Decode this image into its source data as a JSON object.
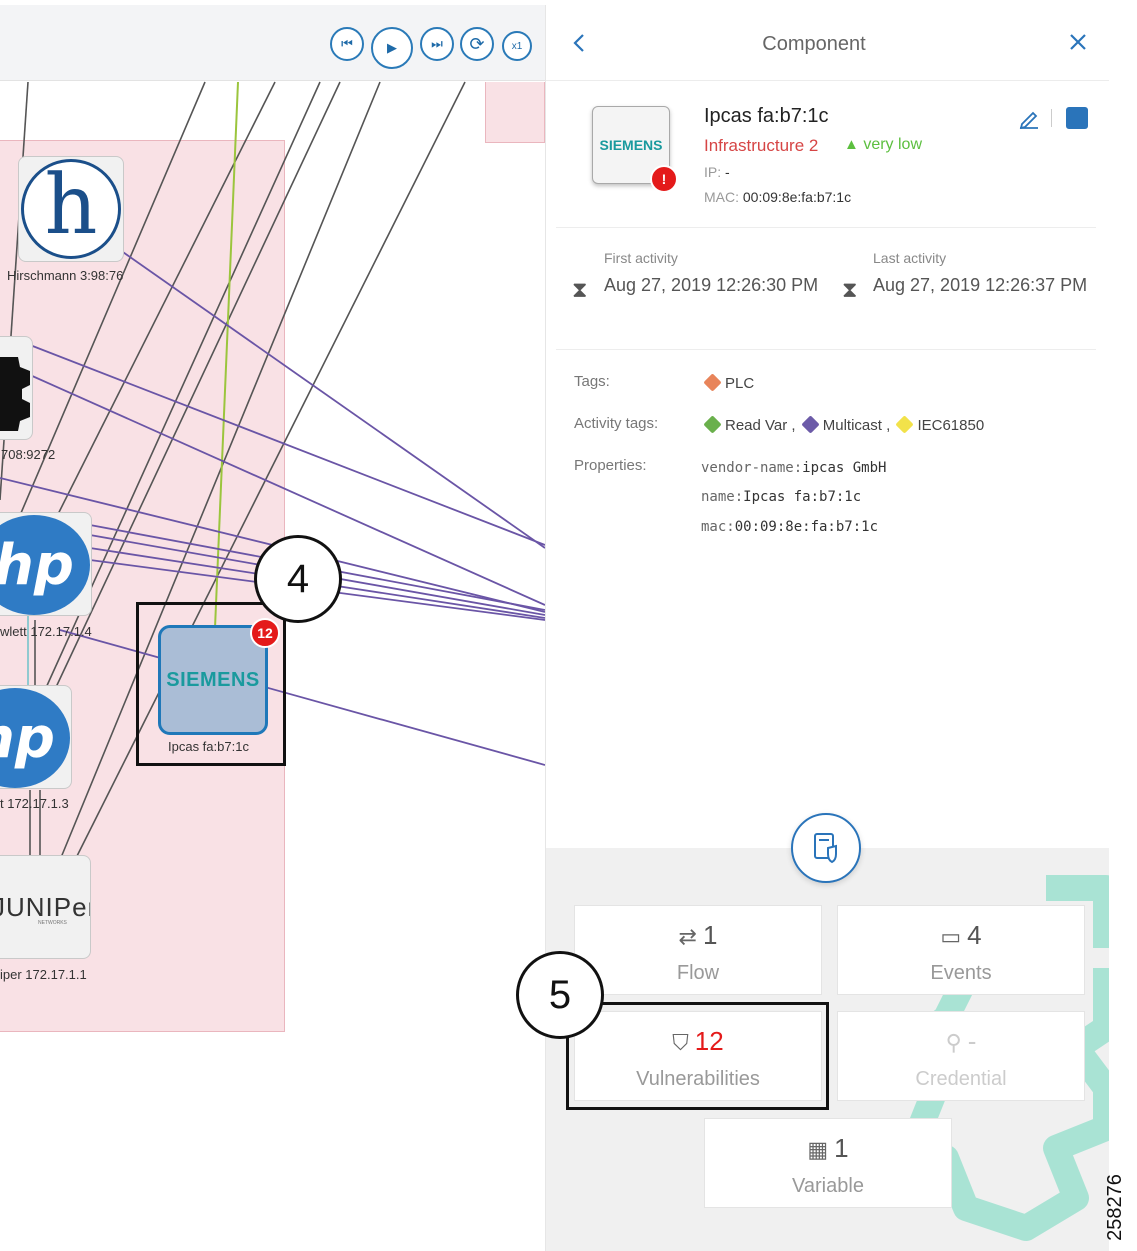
{
  "map": {
    "toolbar": {
      "btn_first": "⏮",
      "btn_play": "▶",
      "btn_last": "⏭",
      "btn_loop": "⟳",
      "btn_speed": "x1"
    },
    "nodes": {
      "hirschmann": {
        "logo": "h",
        "label": "Hirschmann 3:98:76"
      },
      "gear_node": {
        "label": "708:9272"
      },
      "hp1": {
        "logo": "hp",
        "label": "wlett 172.17.1.4"
      },
      "hp2": {
        "logo": "hp",
        "label": "t 172.17.1.3"
      },
      "juniper": {
        "logo": "JUNIPer",
        "sub": "NETWORKS",
        "label": "iper 172.17.1.1"
      },
      "siemens": {
        "logo": "SIEMENS",
        "label": "Ipcas fa:b7:1c",
        "badge": "12"
      }
    },
    "callout_4": "4",
    "callout_5": "5"
  },
  "panel": {
    "title": "Component",
    "back_icon": "chevron-left-icon",
    "close_icon": "close-icon",
    "device": {
      "logo": "SIEMENS",
      "alert_badge": "!",
      "name": "Ipcas fa:b7:1c",
      "group": "Infrastructure 2",
      "risk": "very low",
      "ip_label": "IP:",
      "ip_value": "-",
      "mac_label": "MAC:",
      "mac_value": "00:09:8e:fa:b7:1c"
    },
    "activity": {
      "first_label": "First activity",
      "first_value": "Aug 27, 2019 12:26:30 PM",
      "last_label": "Last activity",
      "last_value": "Aug 27, 2019 12:26:37 PM"
    },
    "tags_label": "Tags:",
    "tags": [
      {
        "name": "PLC",
        "color": "#e8845a"
      }
    ],
    "activity_tags_label": "Activity tags:",
    "activity_tags": [
      {
        "name": "Read Var ,",
        "color": "#6ab04c"
      },
      {
        "name": "Multicast ,",
        "color": "#6c5ba8"
      },
      {
        "name": "IEC61850",
        "color": "#f2e24a"
      }
    ],
    "properties_label": "Properties:",
    "properties": [
      {
        "key": "vendor-name:",
        "value": "ipcas GmbH"
      },
      {
        "key": "name:",
        "value": "Ipcas fa:b7:1c"
      },
      {
        "key": "mac:",
        "value": "00:09:8e:fa:b7:1c"
      }
    ],
    "stats": {
      "flow": {
        "count": "1",
        "label": "Flow"
      },
      "events": {
        "count": "4",
        "label": "Events"
      },
      "vulnerabilities": {
        "count": "12",
        "label": "Vulnerabilities"
      },
      "credential": {
        "count": "-",
        "label": "Credential"
      },
      "variable": {
        "count": "1",
        "label": "Variable"
      }
    }
  },
  "figure_id": "258276",
  "colors": {
    "accent": "#2a74ba",
    "zone": "#f9e1e5",
    "link_purple": "#6a55a6",
    "link_grey": "#555555",
    "link_green": "#9bc53d",
    "alert_red": "#e41a1a",
    "risk_green": "#5cbf3f",
    "siemens_teal": "#1a9a9e"
  }
}
